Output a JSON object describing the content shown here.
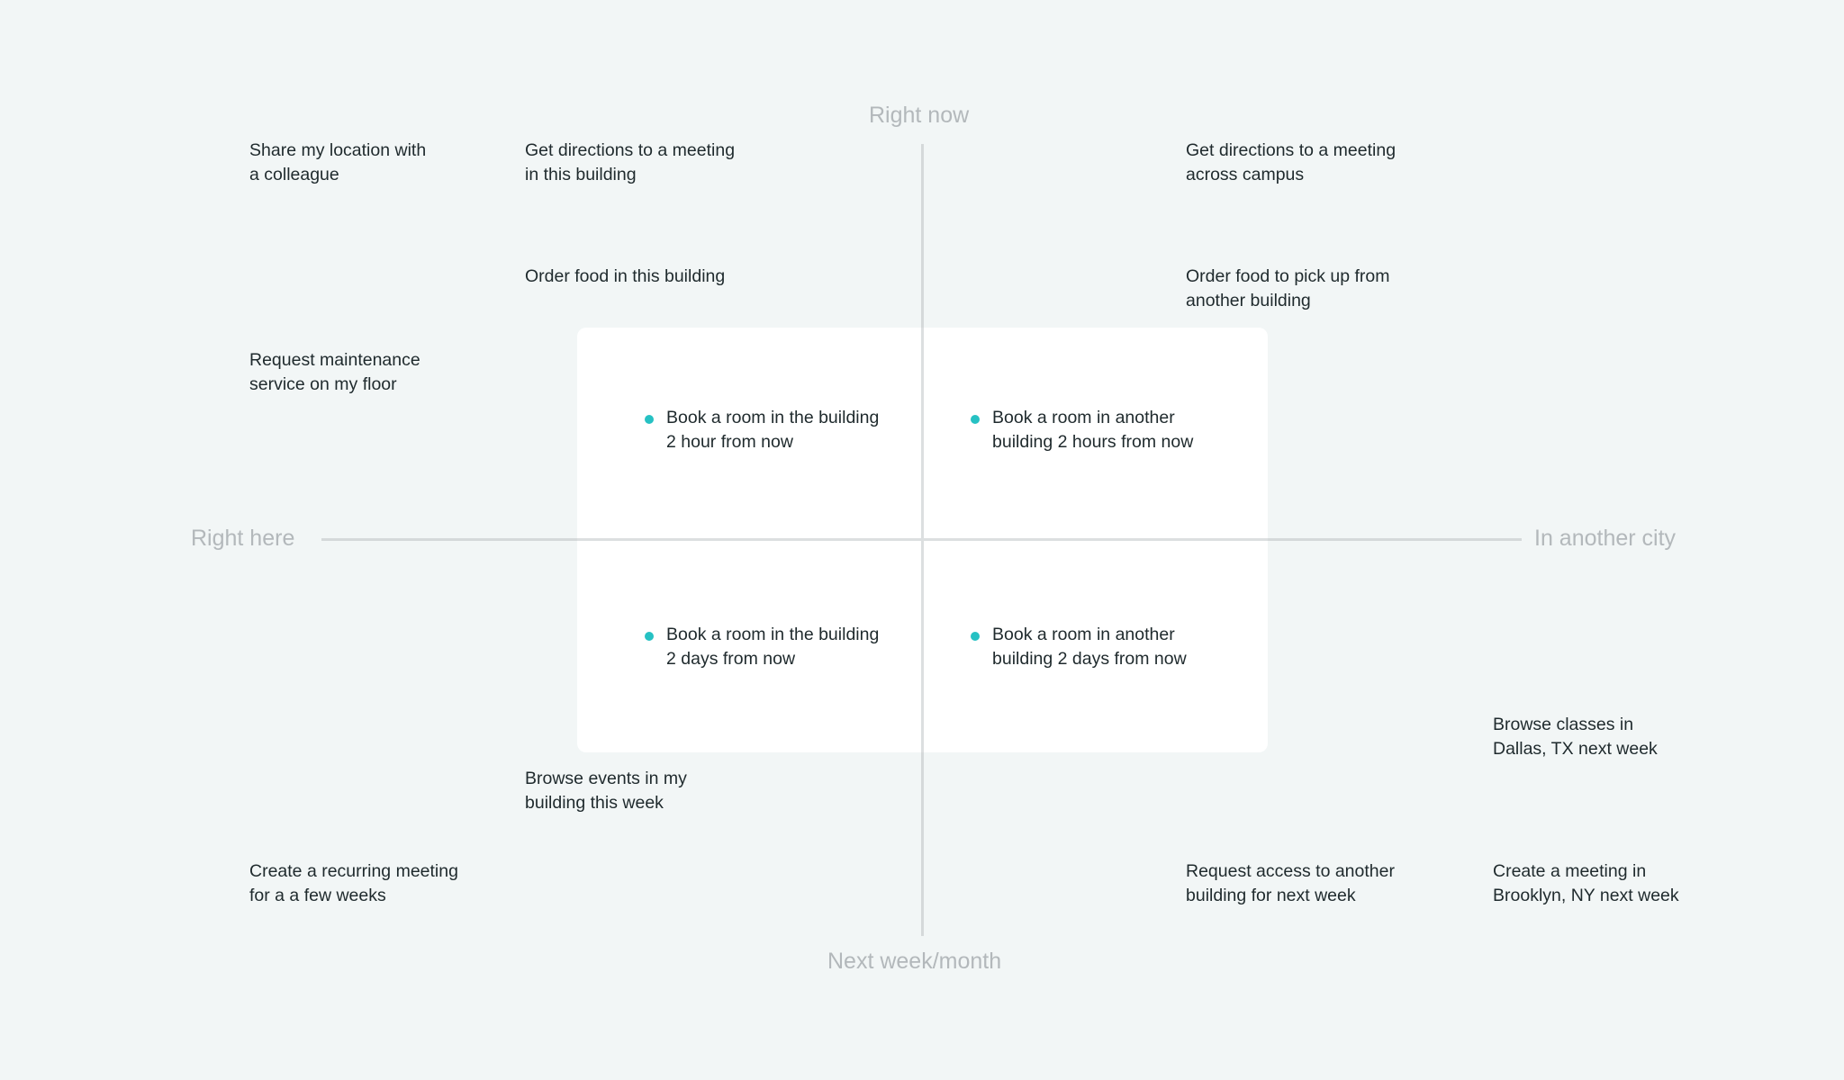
{
  "axes": {
    "top": "Right now",
    "bottom": "Next week/month",
    "left": "Right here",
    "right": "In another city"
  },
  "notes": {
    "share_location": "Share my location with\na colleague",
    "directions_building": "Get directions to a meeting\nin this building",
    "directions_campus": "Get directions to a meeting\nacross campus",
    "order_food_building": "Order food in this building",
    "order_food_pickup": "Order food to pick up from\nanother building",
    "request_maintenance": "Request maintenance\nservice on my floor",
    "browse_events": "Browse events in my\nbuilding this week",
    "browse_classes": "Browse classes in\nDallas, TX next week",
    "recurring_meeting": "Create a recurring meeting\nfor a a few weeks",
    "request_access": "Request access to another\nbuilding for next week",
    "meeting_brooklyn": "Create a meeting in\nBrooklyn, NY next week"
  },
  "highlights": {
    "room_building_hours": "Book a room in the building\n2 hour from now",
    "room_other_hours": "Book a room in another\nbuilding 2 hours from now",
    "room_building_days": "Book a room in the building\n2 days from now",
    "room_other_days": "Book a room in another\nbuilding 2 days from now"
  },
  "colors": {
    "background": "#f2f6f6",
    "axis": "#d5d9da",
    "axis_label": "#b3b8bb",
    "text": "#1f2a2d",
    "accent_dot": "#26c1c3",
    "panel": "#ffffff"
  }
}
